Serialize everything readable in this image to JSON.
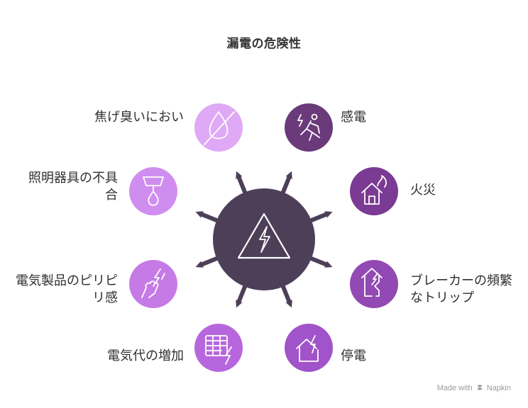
{
  "title": "漏電の危険性",
  "center": {
    "icon": "warning-lightning-icon",
    "color": "#4e3f58"
  },
  "items": [
    {
      "label": "感電",
      "icon": "electrocution-person-icon",
      "color": "#6a3a7a"
    },
    {
      "label": "火災",
      "icon": "house-fire-icon",
      "color": "#7b3a93"
    },
    {
      "label": "ブレーカーの頻繁なトリップ",
      "icon": "broken-house-icon",
      "color": "#9249b3"
    },
    {
      "label": "停電",
      "icon": "house-lightning-icon",
      "color": "#a153c9"
    },
    {
      "label": "電気代の増加",
      "icon": "spreadsheet-lightning-icon",
      "color": "#b767dd"
    },
    {
      "label": "電気製品のピリピリ感",
      "icon": "hand-lightning-icon",
      "color": "#c57ae6"
    },
    {
      "label": "照明器具の不具合",
      "icon": "lamp-icon",
      "color": "#d08df0"
    },
    {
      "label": "焦げ臭いにおい",
      "icon": "no-drop-icon",
      "color": "#dfa9f5"
    }
  ],
  "credit": {
    "made_with": "Made with",
    "brand": "Napkin"
  }
}
